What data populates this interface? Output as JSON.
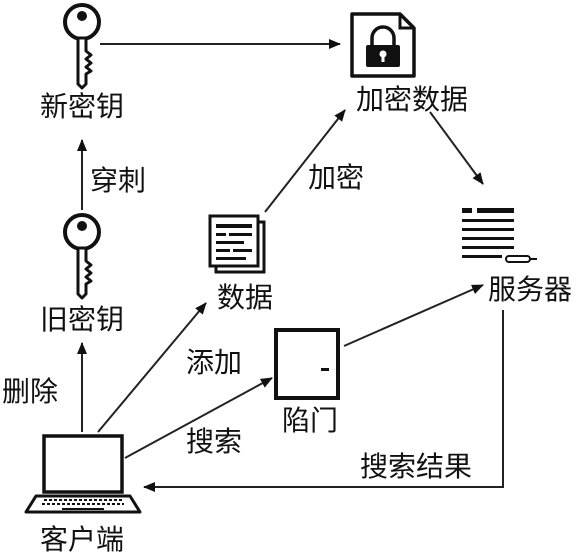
{
  "nodes": {
    "new_key": "新密钥",
    "old_key": "旧密钥",
    "client": "客户端",
    "data": "数据",
    "encrypted_data": "加密数据",
    "server": "服务器",
    "trapdoor": "陷门"
  },
  "edges": {
    "puncture": "穿刺",
    "delete": "删除",
    "encrypt": "加密",
    "add": "添加",
    "search": "搜索",
    "search_results": "搜索结果"
  },
  "icons": {
    "new_key": "key-icon",
    "old_key": "key-icon",
    "client": "laptop-icon",
    "data": "document-stack-icon",
    "encrypted_data": "locked-file-icon",
    "server": "server-list-icon",
    "trapdoor": "door-icon"
  },
  "colors": {
    "ink": "#111111",
    "background": "#ffffff"
  }
}
